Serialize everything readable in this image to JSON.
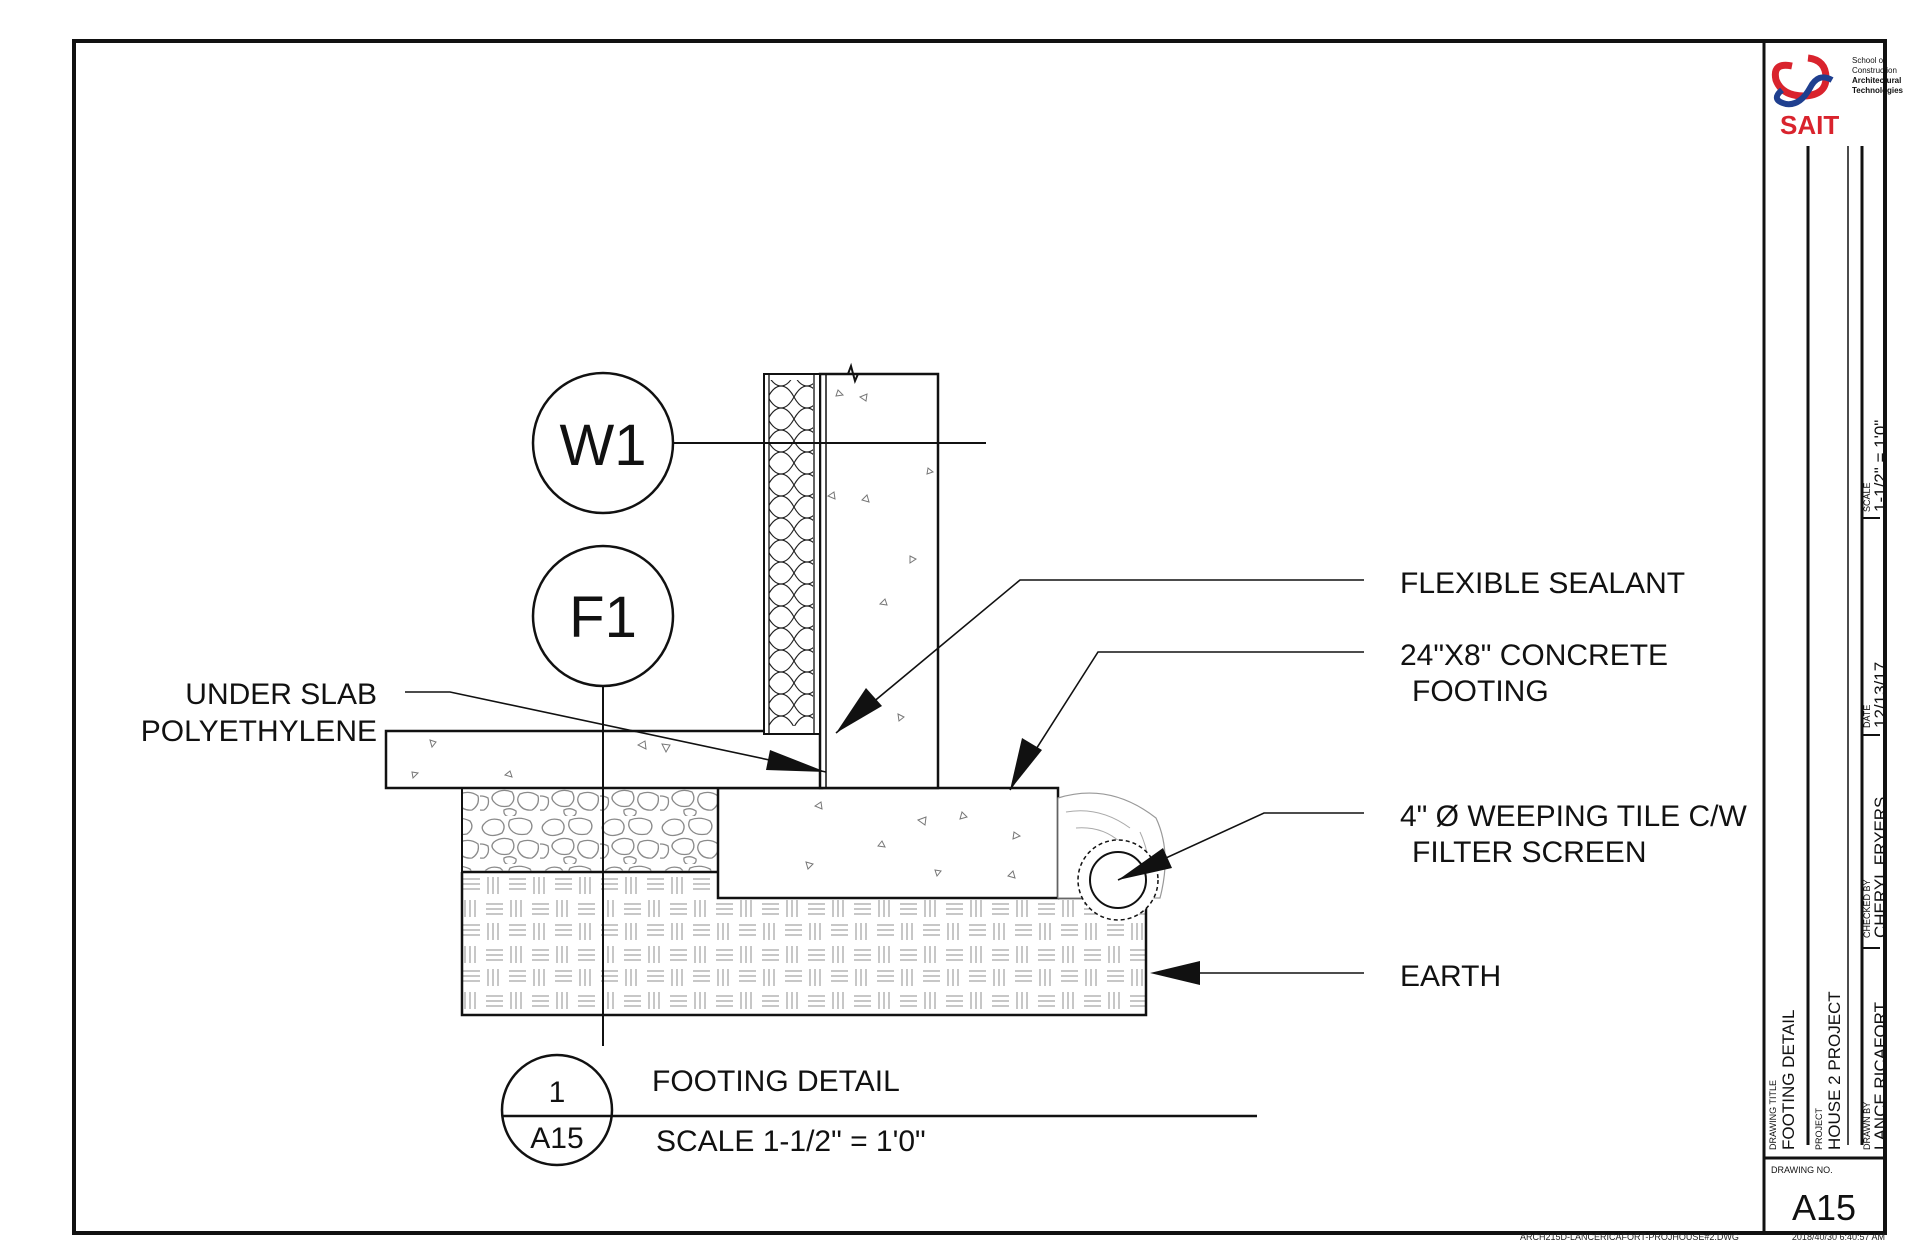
{
  "drawing": {
    "bubbles": {
      "wall": "W1",
      "footing": "F1"
    },
    "callouts": {
      "under_slab_line1": "UNDER SLAB",
      "under_slab_line2": "POLYETHYLENE",
      "flexible_sealant": "FLEXIBLE SEALANT",
      "concrete_footing_line1": "24\"X8\" CONCRETE",
      "concrete_footing_line2": "FOOTING",
      "weeping_tile_line1": "4\" Ø WEEPING TILE C/W",
      "weeping_tile_line2": "FILTER SCREEN",
      "earth": "EARTH"
    },
    "detail_title": {
      "number": "1",
      "sheet": "A15",
      "name": "FOOTING DETAIL",
      "scale": "SCALE 1-1/2\" = 1'0\""
    }
  },
  "title_block": {
    "logo": {
      "text": "SAIT",
      "school_line1": "School of",
      "school_line2": "Construction",
      "school_line3": "Architectural",
      "school_line4": "Technologies"
    },
    "drawing_title_label": "DRAWING TITLE",
    "drawing_title": "FOOTING DETAIL",
    "project_label": "PROJECT",
    "project": "HOUSE 2 PROJECT",
    "drawn_by_label": "DRAWN BY",
    "drawn_by": "LANCE RICAFORT",
    "checked_by_label": "CHECKED BY",
    "checked_by": "CHERYL FRYERS",
    "date_label": "DATE",
    "date": "12/13/17",
    "scale_label": "SCALE",
    "scale": "1-1/2\" = 1'0\"",
    "drawing_no_label": "DRAWING NO.",
    "drawing_no": "A15"
  },
  "footer": {
    "file": "ARCH215D-LANCERICAFORT-PROJHOUSE#2.DWG",
    "timestamp": "2018/40/30 6:40:57 AM"
  },
  "colors": {
    "ink": "#111111",
    "hatch": "#9a9a9a",
    "logo_red": "#d9232d",
    "logo_blue": "#1f3f8f"
  }
}
